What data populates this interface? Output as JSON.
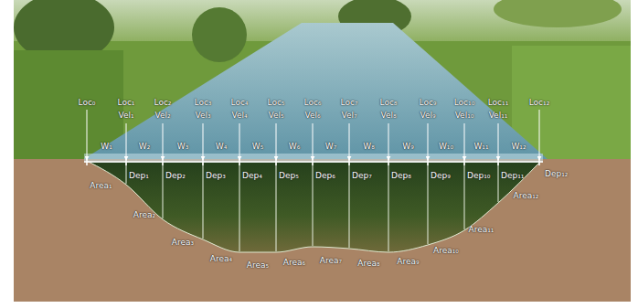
{
  "diagram": {
    "labels": [
      "Loc₀",
      "Loc₁",
      "Vel₁",
      "Loc₂",
      "Vel₂",
      "Loc₃",
      "Vel₃",
      "Loc₄",
      "Vel₄",
      "Loc₅",
      "Vel₅",
      "Loc₆",
      "Vel₆",
      "Loc₇",
      "Vel₇",
      "Loc₈",
      "Vel₈",
      "Loc₉",
      "Vel₉",
      "Loc₁₀",
      "Vel₁₀",
      "Loc₁₁",
      "Vel₁₁",
      "Loc₁₂",
      "W₁",
      "W₂",
      "W₃",
      "W₄",
      "W₅",
      "W₆",
      "W₇",
      "W₈",
      "W₉",
      "W₁₀",
      "W₁₁",
      "W₁₂",
      "Dep₁",
      "Dep₂",
      "Dep₃",
      "Dep₄",
      "Dep₅",
      "Dep₆",
      "Dep₇",
      "Dep₈",
      "Dep₉",
      "Dep₁₀",
      "Dep₁₁",
      "Dep₁₂",
      "Area₁",
      "Area₂",
      "Area₃",
      "Area₄",
      "Area₅",
      "Area₆",
      "Area₇",
      "Area₈",
      "Area₉",
      "Area₁₀",
      "Area₁₁",
      "Area₁₂"
    ]
  }
}
